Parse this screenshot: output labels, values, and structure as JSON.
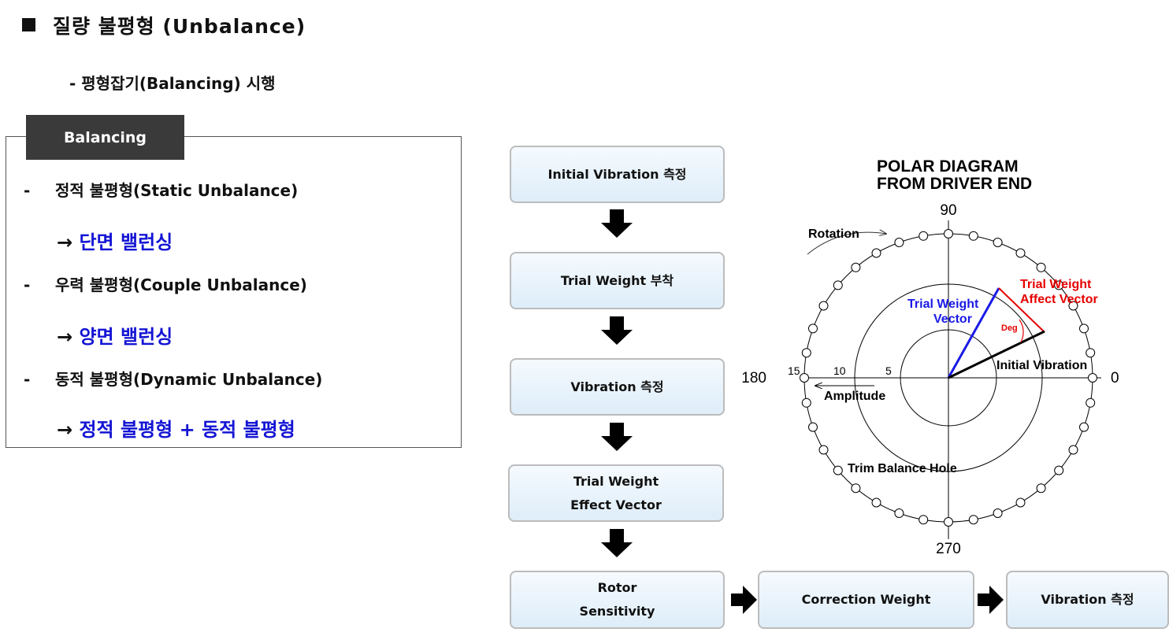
{
  "title": "질량 불평형 (Unbalance)",
  "subtitle": "- 평형잡기(Balancing) 시행",
  "balancing": {
    "tab": "Balancing",
    "items": [
      {
        "dash": "-",
        "text": "정적 불평형(Static Unbalance)",
        "arrow": "→",
        "result": "단면 밸런싱"
      },
      {
        "dash": "-",
        "text": "우력 불평형(Couple Unbalance)",
        "arrow": "→",
        "result": "양면 밸런싱"
      },
      {
        "dash": "-",
        "text": "동적 불평형(Dynamic Unbalance)",
        "arrow": "→",
        "result": "정적 불평형 + 동적 불평형"
      }
    ]
  },
  "flow": {
    "step1": "Initial Vibration 측정",
    "step2": "Trial Weight 부착",
    "step3": "Vibration 측정",
    "step4_line1": "Trial Weight",
    "step4_line2": "Effect Vector",
    "step5_line1": "Rotor",
    "step5_line2": "Sensitivity",
    "step6": "Correction Weight",
    "step7": "Vibration 측정"
  },
  "polar": {
    "title_line1": "POLAR DIAGRAM",
    "title_line2": "FROM DRIVER END",
    "deg_90": "90",
    "deg_180": "180",
    "deg_0": "0",
    "deg_270": "270",
    "rotation": "Rotation",
    "trial_weight_vector_line1": "Trial Weight",
    "trial_weight_vector_line2": "Vector",
    "affect_vector_line1": "Trial Weight",
    "affect_vector_line2": "Affect Vector",
    "deg_label": "Deg",
    "initial_vibration": "Initial Vibration",
    "amp_15": "15",
    "amp_10": "10",
    "amp_5": "5",
    "amplitude": "Amplitude",
    "trim_hole": "Trim Balance Hole",
    "colors": {
      "trial_vector": "#1a1ae6",
      "affect_vector": "#e60000",
      "initial_vector": "#000000"
    }
  }
}
